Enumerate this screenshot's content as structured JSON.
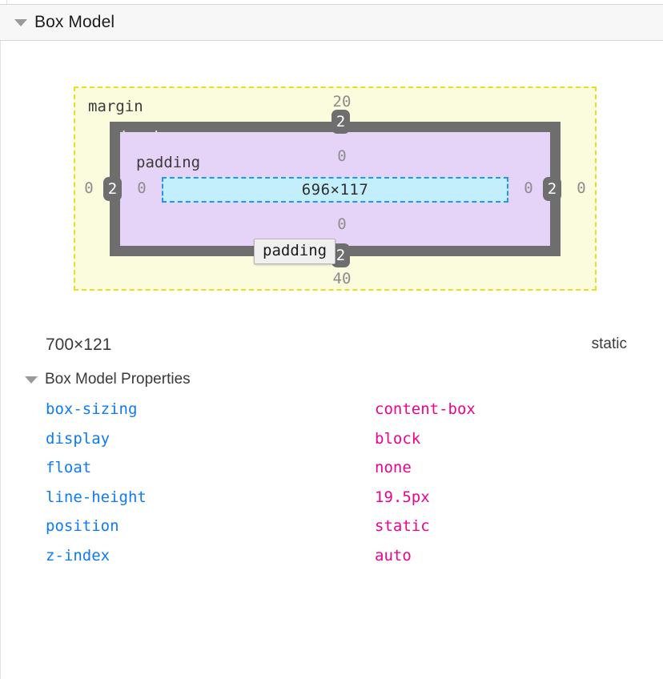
{
  "header": {
    "title": "Box Model",
    "twisty_icon": "triangle-down-icon",
    "expanded": true
  },
  "box_model": {
    "margin_label": "margin",
    "border_label": "border",
    "padding_label": "padding",
    "content_size": "696×117",
    "edges": {
      "margin_top": "20",
      "margin_bottom": "40",
      "margin_left": "0",
      "margin_right": "0",
      "border_top": "2",
      "border_bottom": "2",
      "border_left": "2",
      "border_right": "2",
      "padding_top": "0",
      "padding_bottom": "0",
      "padding_left": "0",
      "padding_right": "0"
    },
    "tooltip": {
      "text": "padding",
      "visible": true
    },
    "colors": {
      "margin_fill": "#fbfbdd",
      "margin_stroke": "#e2e21f",
      "border_fill": "#6e6e6e",
      "padding_fill": "#e5d4f7",
      "content_fill": "#c3eefc",
      "content_stroke": "#2196f3"
    }
  },
  "summary": {
    "size": "700×121",
    "position": "static"
  },
  "properties_section": {
    "title": "Box Model Properties",
    "twisty_icon": "triangle-down-icon",
    "expanded": true,
    "name_color": "#0d7bf7",
    "value_color": "#ee0290",
    "rows": [
      {
        "name": "box-sizing",
        "value": "content-box"
      },
      {
        "name": "display",
        "value": "block"
      },
      {
        "name": "float",
        "value": "none"
      },
      {
        "name": "line-height",
        "value": "19.5px"
      },
      {
        "name": "position",
        "value": "static"
      },
      {
        "name": "z-index",
        "value": "auto"
      }
    ]
  }
}
